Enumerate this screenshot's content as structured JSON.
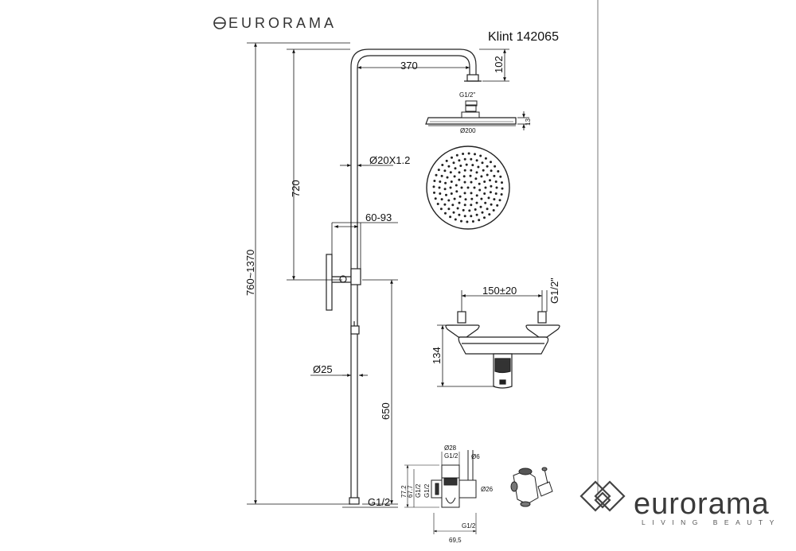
{
  "header": {
    "brand": "EURORAMA",
    "model": "Klint 142065"
  },
  "dimensions": {
    "arm_length": "370",
    "arm_height": "102",
    "head_connector": "G1/2\"",
    "head_diameter": "Ø200",
    "head_thickness": "13",
    "pipe": "Ø20X1.2",
    "upper_length": "720",
    "bracket_range": "60-93",
    "total_height": "760~1370",
    "slider_diameter": "Ø25",
    "lower_length": "650",
    "bottom_thread": "G1/2",
    "mixer_spacing": "150±20",
    "mixer_inlet": "G1/2\"",
    "mixer_height": "134"
  },
  "diverter_detail": {
    "d28": "Ø28",
    "g_top": "G1/2",
    "d6": "Ø6",
    "d26": "Ø26",
    "h1": "77.2",
    "h2": "67.7",
    "g_left": "G1/2",
    "g_right": "G1/2",
    "g_bottom": "G1/2",
    "width": "69,5"
  },
  "footer": {
    "brand": "eurorama",
    "tagline": "LIVING BEAUTY"
  }
}
